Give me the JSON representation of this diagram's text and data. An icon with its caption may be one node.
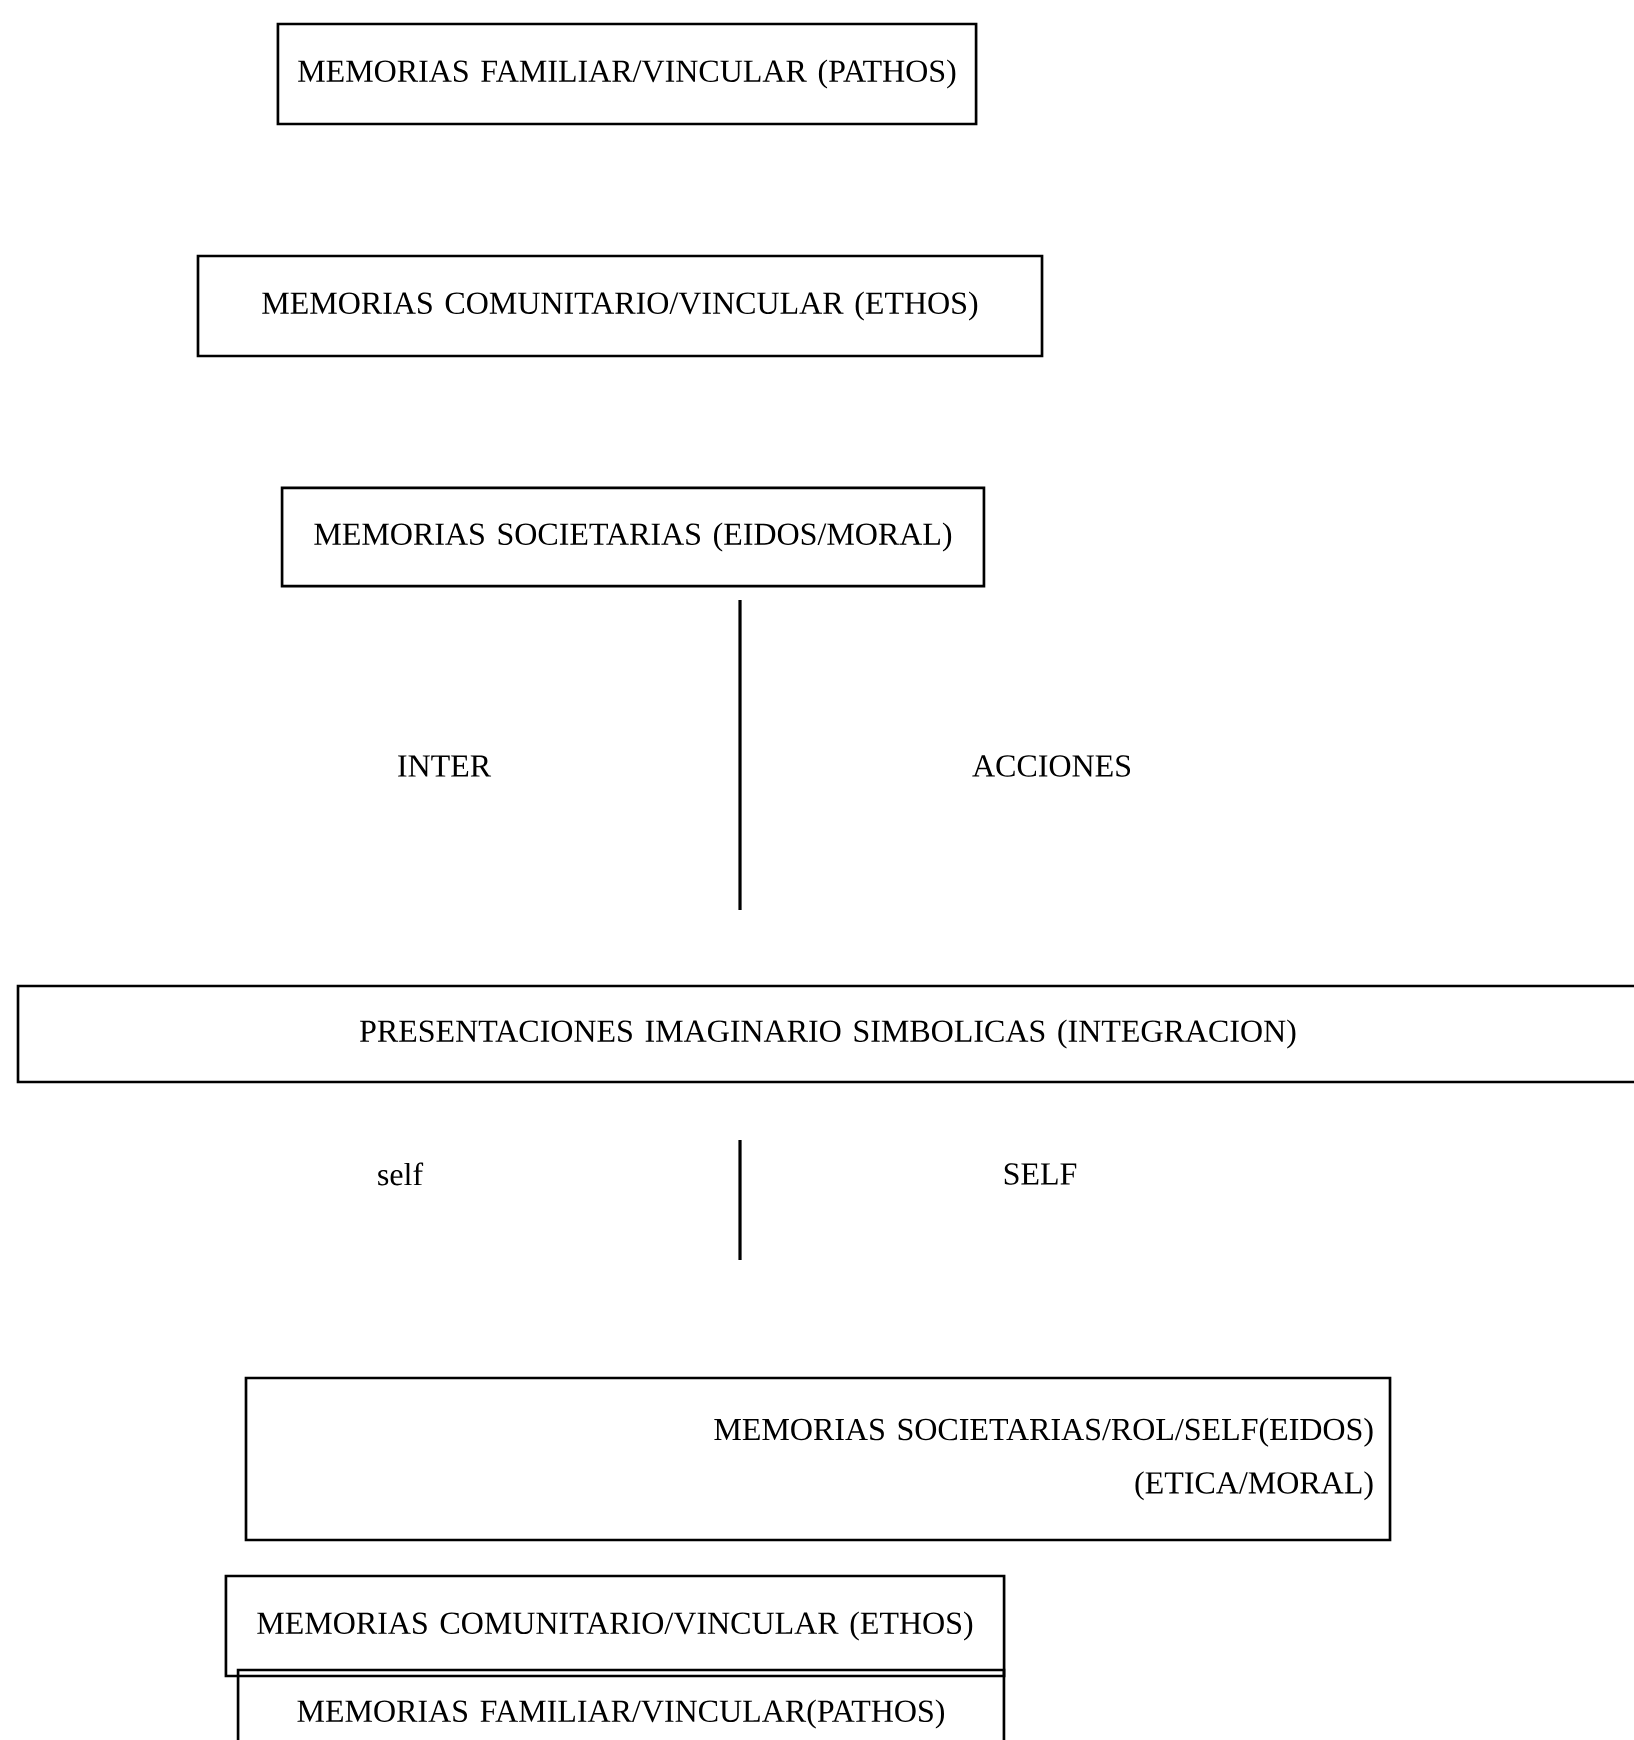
{
  "diagram": {
    "nodes": [
      {
        "text": [
          "MEMORIAS FAMILIAR/VINCULAR (PATHOS)"
        ]
      },
      {
        "text": [
          "MEMORIAS COMUNITARIO/VINCULAR (ETHOS)"
        ]
      },
      {
        "text": [
          "MEMORIAS SOCIETARIAS (EIDOS/MORAL)"
        ]
      },
      {
        "text": [
          "PRESENTACIONES IMAGINARIO SIMBOLICAS (INTEGRACION)"
        ]
      },
      {
        "text": [
          "MEMORIAS SOCIETARIAS/ROL/SELF(EIDOS) (ETICA/MORAL)"
        ]
      },
      {
        "text": [
          "MEMORIAS COMUNITARIO/VINCULAR (ETHOS)"
        ]
      },
      {
        "text": [
          "MEMORIAS FAMILIAR/VINCULAR(PATHOS)"
        ]
      }
    ],
    "labels": [
      "INTER",
      "ACCIONES",
      "self",
      "SELF"
    ]
  }
}
